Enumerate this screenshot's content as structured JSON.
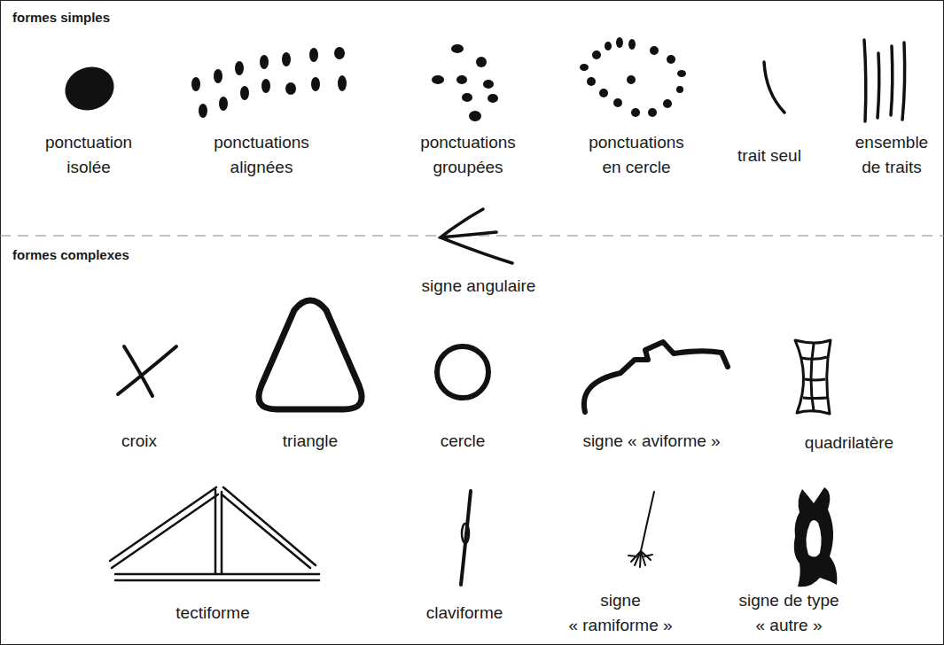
{
  "diagram": {
    "labels": [
      "formes simples",
      "ponctuation isolée",
      "ponctuations alignées",
      "ponctuations groupées",
      "ponctuations en cercle",
      "trait seul",
      "ensemble de traits",
      "formes complexes",
      "signe angulaire",
      "croix",
      "triangle",
      "cercle",
      "signe « aviforme »",
      "quadrilatère",
      "tectiforme",
      "claviforme",
      "signe « ramiforme »",
      "signe de type « autre »"
    ]
  }
}
